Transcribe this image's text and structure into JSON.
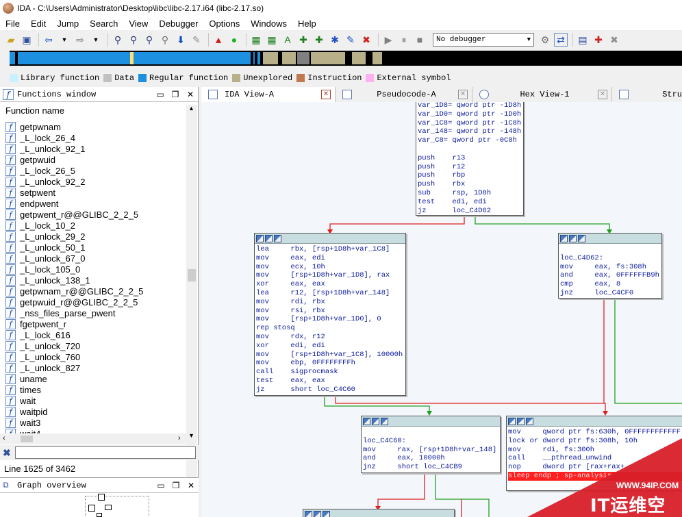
{
  "window": {
    "title": "IDA - C:\\Users\\Administrator\\Desktop\\libc\\libc-2.17.i64 (libc-2.17.so)"
  },
  "menu": [
    "File",
    "Edit",
    "Jump",
    "Search",
    "View",
    "Debugger",
    "Options",
    "Windows",
    "Help"
  ],
  "toolbar": {
    "debugger_select": "No debugger"
  },
  "legend": [
    {
      "label": "Library function",
      "color": "#c8f0ff"
    },
    {
      "label": "Data",
      "color": "#c0c0c0"
    },
    {
      "label": "Regular function",
      "color": "#1e90e0"
    },
    {
      "label": "Unexplored",
      "color": "#b8b088"
    },
    {
      "label": "Instruction",
      "color": "#c07850"
    },
    {
      "label": "External symbol",
      "color": "#ffb0f0"
    }
  ],
  "functions_window": {
    "title": "Functions window",
    "column": "Function name",
    "items": [
      "getpwnam",
      "_L_lock_26_4",
      "_L_unlock_92_1",
      "getpwuid",
      "_L_lock_26_5",
      "_L_unlock_92_2",
      "setpwent",
      "endpwent",
      "getpwent_r@@GLIBC_2_2_5",
      "_L_lock_10_2",
      "_L_unlock_29_2",
      "_L_unlock_50_1",
      "_L_unlock_67_0",
      "_L_lock_105_0",
      "_L_unlock_138_1",
      "getpwnam_r@@GLIBC_2_2_5",
      "getpwuid_r@@GLIBC_2_2_5",
      "_nss_files_parse_pwent",
      "fgetpwent_r",
      "_L_lock_616",
      "_L_unlock_720",
      "_L_unlock_760",
      "_L_unlock_827",
      "uname",
      "times",
      "wait",
      "waitpid",
      "wait3",
      "wait4"
    ],
    "status": "Line 1625 of 3462"
  },
  "graph_overview": {
    "title": "Graph overview"
  },
  "tabs": [
    {
      "label": "IDA View-A",
      "active": true
    },
    {
      "label": "Pseudocode-A",
      "active": false
    },
    {
      "label": "Hex View-1",
      "active": false
    },
    {
      "label": "Stru",
      "active": false
    }
  ],
  "nodes": {
    "top": [
      "var_1D8= qword ptr -1D8h",
      "var_1D0= qword ptr -1D0h",
      "var_1C8= qword ptr -1C8h",
      "var_148= qword ptr -148h",
      "var_C8= qword ptr -0C8h",
      "",
      "push    r13",
      "push    r12",
      "push    rbp",
      "push    rbx",
      "sub     rsp, 1D8h",
      "test    edi, edi",
      "jz      loc_C4D62"
    ],
    "left": [
      "lea     rbx, [rsp+1D8h+var_1C8]",
      "mov     eax, edi",
      "mov     ecx, 10h",
      "mov     [rsp+1D8h+var_1D8], rax",
      "xor     eax, eax",
      "lea     r12, [rsp+1D8h+var_148]",
      "mov     rdi, rbx",
      "mov     rsi, rbx",
      "mov     [rsp+1D8h+var_1D0], 0",
      "rep stosq",
      "mov     rdx, r12",
      "xor     edi, edi",
      "mov     [rsp+1D8h+var_1C8], 10000h",
      "mov     ebp, 0FFFFFFFFh",
      "call    sigprocmask",
      "test    eax, eax",
      "jz      short loc_C4C60"
    ],
    "right": [
      "",
      "loc_C4D62:",
      "mov     eax, fs:308h",
      "and     eax, 0FFFFFFB9h",
      "cmp     eax, 8",
      "jnz     loc_C4CF0"
    ],
    "mid": [
      "",
      "loc_C4C60:",
      "mov     rax, [rsp+1D8h+var_148]",
      "and     eax, 10000h",
      "jnz     short loc_C4CB9"
    ],
    "far": [
      "mov     qword ptr fs:630h, 0FFFFFFFFFFFF",
      "lock or dword ptr fs:308h, 10h",
      "mov     rdi, fs:300h",
      "call    __pthread_unwind",
      "nop     dword ptr [rax+rax+",
      "sleep endp ; sp-analysis"
    ]
  },
  "watermark": {
    "url": "WWW.94IP.COM",
    "text": "IT运维空间"
  }
}
